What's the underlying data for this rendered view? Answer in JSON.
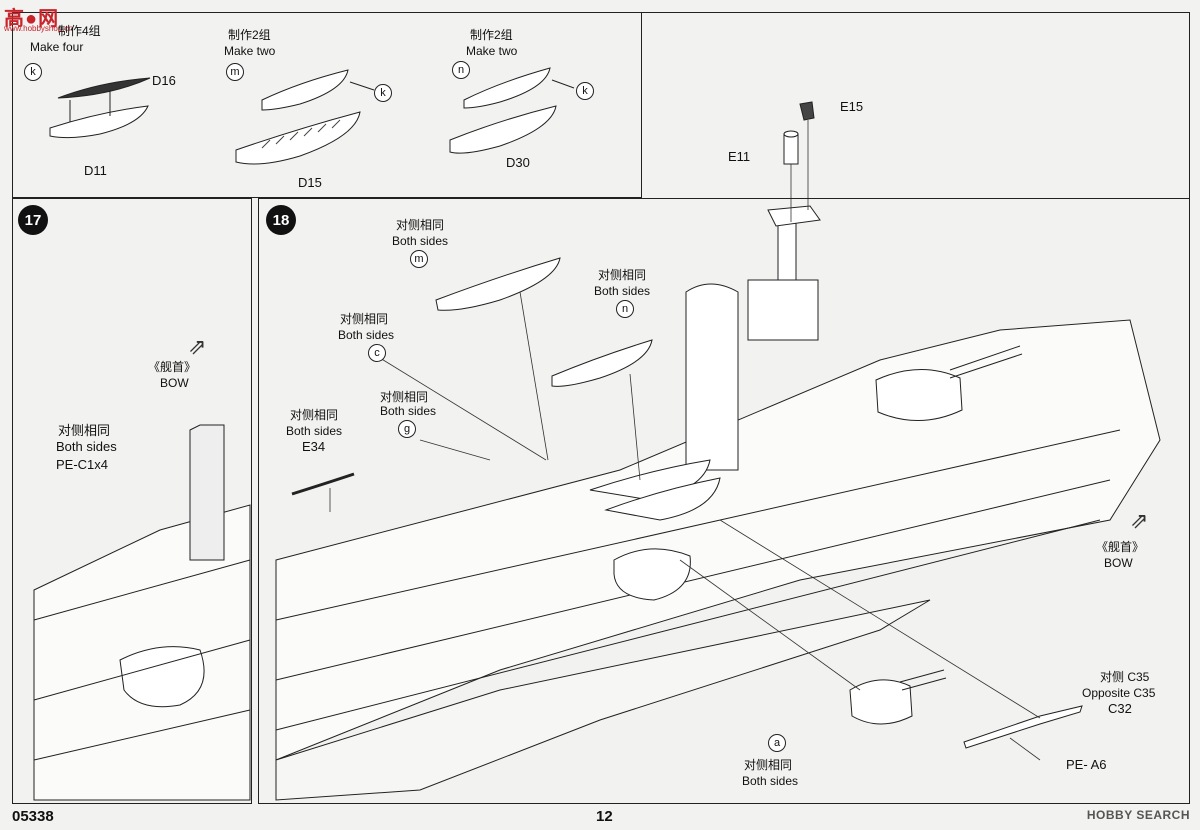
{
  "logo": {
    "text": "高●网",
    "url": "www.hobbyshop.cn"
  },
  "top_panel": {
    "groups": [
      {
        "marker": "k",
        "cn": "制作4组",
        "en": "Make four",
        "parts": [
          "D16",
          "D11"
        ]
      },
      {
        "marker": "m",
        "cn": "制作2组",
        "en": "Make two",
        "sub_marker": "k",
        "part": "D15"
      },
      {
        "marker": "n",
        "cn": "制作2组",
        "en": "Make two",
        "sub_marker": "k",
        "part": "D30"
      }
    ]
  },
  "upper_parts": {
    "e15": "E15",
    "e11": "E11"
  },
  "step17": {
    "number": "17",
    "bow_cn": "《舰首》",
    "bow_en": "BOW",
    "both_cn": "对侧相同",
    "both_en": "Both sides",
    "part": "PE-C1x4"
  },
  "step18": {
    "number": "18",
    "m_cn": "对侧相同",
    "m_en": "Both sides",
    "m_marker": "m",
    "n_cn": "对侧相同",
    "n_en": "Both sides",
    "n_marker": "n",
    "c_cn": "对侧相同",
    "c_en": "Both sides",
    "c_marker": "c",
    "g_cn": "对侧相同",
    "g_en": "Both sides",
    "g_marker": "g",
    "e34_cn": "对侧相同",
    "e34_en": "Both sides",
    "e34": "E34",
    "bow_cn": "《舰首》",
    "bow_en": "BOW",
    "c35_cn": "对侧 C35",
    "c35_en": "Opposite C35",
    "c32": "C32",
    "pe_a6": "PE- A6",
    "a_marker": "a",
    "a_cn": "对侧相同",
    "a_en": "Both sides"
  },
  "footer": {
    "code": "05338",
    "page": "12",
    "watermark": "HOBBY SEARCH"
  }
}
